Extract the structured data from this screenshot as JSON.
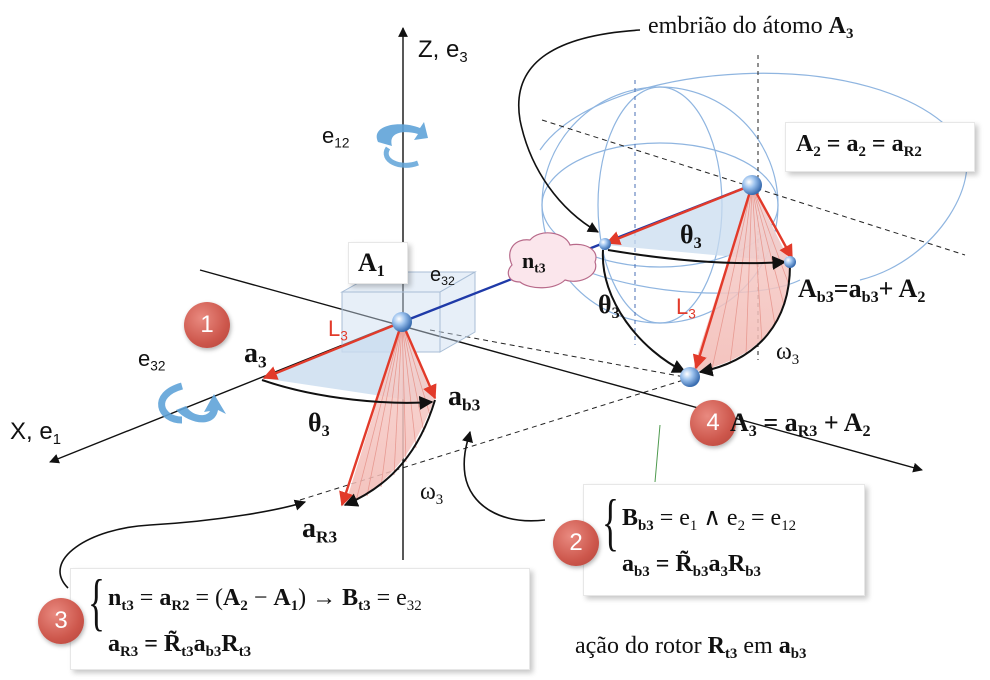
{
  "axes": {
    "z_label": "Z, e",
    "z_sub": "3",
    "x_label": "X, e",
    "x_sub": "1"
  },
  "labels": {
    "e12_main": "e",
    "e12_sub": "12",
    "e32_box_main": "e",
    "e32_box_sub": "32",
    "e32_left_main": "e",
    "e32_left_sub": "32",
    "A1_main": "A",
    "A1_sub": "1",
    "nt3_main": "n",
    "nt3_sub": "t3",
    "L3_left_main": "L",
    "L3_left_sub": "3",
    "L3_right_main": "L",
    "L3_right_sub": "3",
    "a3_main": "a",
    "a3_sub": "3",
    "theta_left_main": "θ",
    "theta_left_sub": "3",
    "ab3_main": "a",
    "ab3_sub": "b3",
    "omega_left_main": "ω",
    "omega_left_sub": "3",
    "aR3_main": "a",
    "aR3_sub": "R3",
    "theta_top_main": "θ",
    "theta_top_sub": "3",
    "theta_mid_main": "θ",
    "theta_mid_sub": "3",
    "omega_right_main": "ω",
    "omega_right_sub": "3",
    "Ab3_eq": "=a",
    "Ab3_main": "A",
    "Ab3_sub": "b3",
    "Ab3_sub2": "b3",
    "Ab3_tail": "+ A",
    "Ab3_tail_sub": "2",
    "A3_main": "A",
    "A3_sub": "3",
    "A3_eq": " = a",
    "A3_sub2": "R3",
    "A3_tail": " + A",
    "A3_tail_sub": "2",
    "embryo_text": "embrião do átomo ",
    "embryo_bold": "A",
    "embryo_sub": "3",
    "rotor_text": "ação do rotor ",
    "rotor_bold": "R",
    "rotor_sub": "t3",
    "rotor_mid": " em ",
    "rotor_end": "a",
    "rotor_end_sub": "b3"
  },
  "box_A2": {
    "A": "A",
    "A_sub": "2",
    "eq1": " = ",
    "a": "a",
    "a_sub": "2",
    "eq2": " = ",
    "aR": "a",
    "aR_sub": "R2"
  },
  "box2": {
    "l1_B": "B",
    "l1_B_sub": "b3",
    "l1_rest": " = e",
    "l1_e1_sub": "1",
    "l1_wedge": " ∧ e",
    "l1_e2_sub": "2",
    "l1_eq": " = e",
    "l1_e12_sub": "12",
    "l2_a": "a",
    "l2_a_sub": "b3",
    "l2_eq": " = ",
    "l2_R": "R̃",
    "l2_R_sub": "b3",
    "l2_a3": "a",
    "l2_a3_sub": "3",
    "l2_R2": "R",
    "l2_R2_sub": "b3"
  },
  "box3": {
    "l1_n": "n",
    "l1_n_sub": "t3",
    "l1_eq": " = ",
    "l1_a": "a",
    "l1_a_sub": "R2",
    "l1_par": " = (",
    "l1_A2": "A",
    "l1_A2_sub": "2",
    "l1_minus": " − ",
    "l1_A1": "A",
    "l1_A1_sub": "1",
    "l1_arrow": ") → ",
    "l1_B": "B",
    "l1_B_sub": "t3",
    "l1_eq2": " = e",
    "l1_e_sub": "32",
    "l2_a": "a",
    "l2_a_sub": "R3",
    "l2_eq": " = ",
    "l2_R": "R̃",
    "l2_R_sub": "t3",
    "l2_ab": "a",
    "l2_ab_sub": "b3",
    "l2_R2": "R",
    "l2_R2_sub": "t3"
  },
  "badges": {
    "b1": "1",
    "b2": "2",
    "b3": "3",
    "b4": "4"
  },
  "colors": {
    "red_vector": "#e23a2a",
    "blue_vector": "#1f3aa8",
    "badge": "#cd574c",
    "sphere": "#8fb5e0",
    "plane_fill": "#c9dcef",
    "rotation_arrow": "#5fa3d8"
  }
}
